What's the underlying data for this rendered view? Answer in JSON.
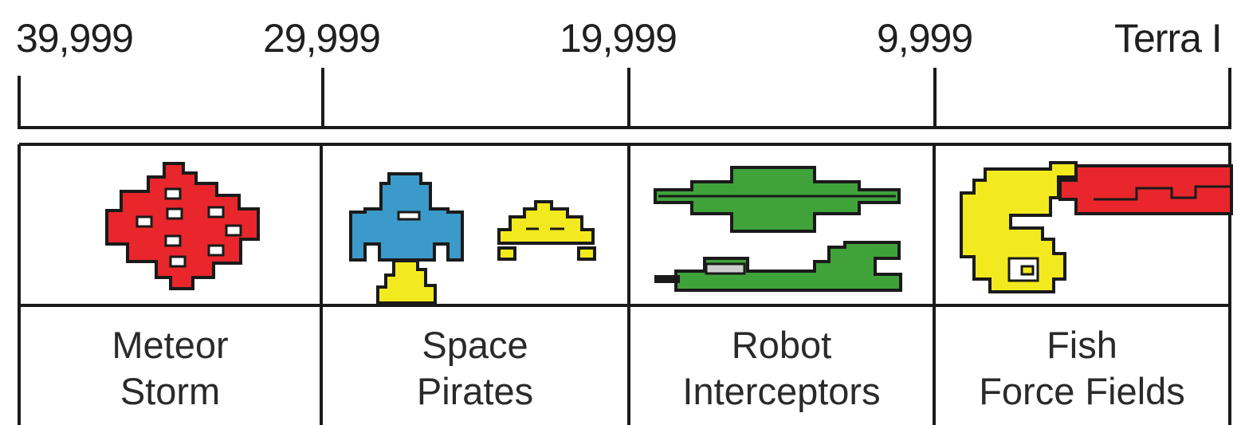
{
  "distance_markers": [
    {
      "label": "39,999"
    },
    {
      "label": "29,999"
    },
    {
      "label": "19,999"
    },
    {
      "label": "9,999"
    },
    {
      "label": "Terra I"
    }
  ],
  "zones": [
    {
      "line1": "Meteor",
      "line2": "Storm",
      "enemies": [
        "meteor-icon"
      ]
    },
    {
      "line1": "Space",
      "line2": "Pirates",
      "enemies": [
        "space-pirate-ship-icon",
        "space-pirate-saucer-icon"
      ]
    },
    {
      "line1": "Robot",
      "line2": "Interceptors",
      "enemies": [
        "robot-interceptor-icon",
        "robot-interceptor-icon"
      ]
    },
    {
      "line1": "Fish",
      "line2": "Force Fields",
      "enemies": [
        "fish-icon",
        "force-field-icon"
      ]
    }
  ],
  "colors": {
    "ink": "#1a1a1a",
    "meteor_red": "#e8262b",
    "pirate_blue": "#3b9ac9",
    "pirate_yellow": "#f2ea1f",
    "robot_green": "#3fa33a",
    "fish_yellow": "#f2ea1f",
    "field_red": "#e8262b"
  }
}
